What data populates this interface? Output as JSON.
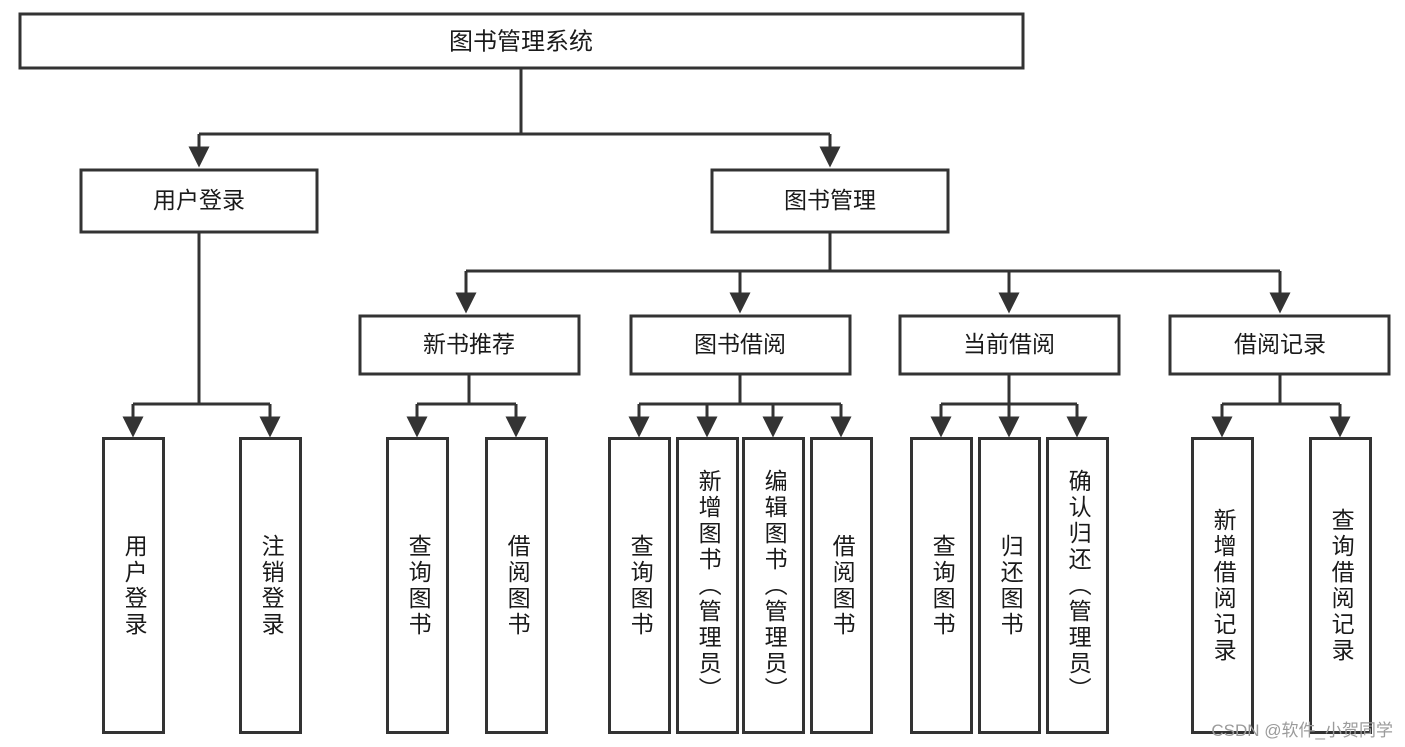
{
  "diagram": {
    "type": "hierarchy-tree",
    "title": "图书管理系统",
    "orientation": "top-down",
    "levels": 4,
    "root": {
      "label": "图书管理系统"
    },
    "level2": [
      {
        "label": "用户登录"
      },
      {
        "label": "图书管理"
      }
    ],
    "level3": [
      {
        "label": "新书推荐"
      },
      {
        "label": "图书借阅"
      },
      {
        "label": "当前借阅"
      },
      {
        "label": "借阅记录"
      }
    ],
    "leaves": {
      "user_login": [
        {
          "label": "用户登录"
        },
        {
          "label": "注销登录"
        }
      ],
      "new_book_recommend": [
        {
          "label": "查询图书"
        },
        {
          "label": "借阅图书"
        }
      ],
      "book_borrow": [
        {
          "label": "查询图书"
        },
        {
          "label": "新增图书（管理员）"
        },
        {
          "label": "编辑图书（管理员）"
        },
        {
          "label": "借阅图书"
        }
      ],
      "current_borrow": [
        {
          "label": "查询图书"
        },
        {
          "label": "归还图书"
        },
        {
          "label": "确认归还（管理员）"
        }
      ],
      "borrow_record": [
        {
          "label": "新增借阅记录"
        },
        {
          "label": "查询借阅记录"
        }
      ]
    }
  },
  "colors": {
    "box_border": "#333333",
    "box_fill": "#ffffff",
    "text": "#1a1a1a",
    "connector": "#333333",
    "watermark": "#9b9b9b",
    "background": "#ffffff"
  },
  "watermark": {
    "text": "CSDN @软件_小贺同学"
  }
}
